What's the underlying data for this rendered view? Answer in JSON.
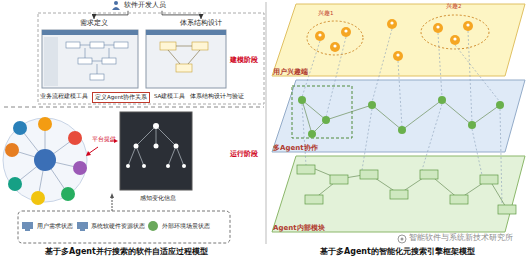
{
  "diagram": {
    "nodes": [
      {
        "text": [
          "软件开发人员"
        ]
      },
      {
        "text": [
          "需求定义"
        ]
      },
      {
        "text": [
          "体系结构设计"
        ]
      },
      {
        "text": [
          "业务流程建模工具"
        ]
      },
      {
        "text": [
          "定义Agent协作关系"
        ]
      },
      {
        "text": [
          "SA建模工具"
        ]
      },
      {
        "text": [
          "体系结构设计与验证"
        ]
      },
      {
        "text": [
          "用户需求状态"
        ]
      },
      {
        "text": [
          "系统软硬件资源状态"
        ]
      },
      {
        "text": [
          "外部环境场景状态"
        ]
      },
      {
        "text": [
          "用户兴趣端"
        ]
      },
      {
        "text": [
          "多Agent协作"
        ]
      },
      {
        "text": [
          "Agent内部模块"
        ]
      }
    ],
    "edges": [
      {
        "from": 0,
        "to": 1,
        "arrow": "to"
      },
      {
        "from": 0,
        "to": 2,
        "arrow": "to"
      }
    ],
    "labels": [
      "建模阶段",
      "运行阶段",
      "平台提供",
      "感知变化信息",
      "兴趣1",
      "兴趣2",
      "基于多Agent并行搜索的软件自适应过程模型",
      "基于多Agent的智能化元搜索引擎框架模型",
      "智能软件与系统新技术研究所"
    ]
  }
}
